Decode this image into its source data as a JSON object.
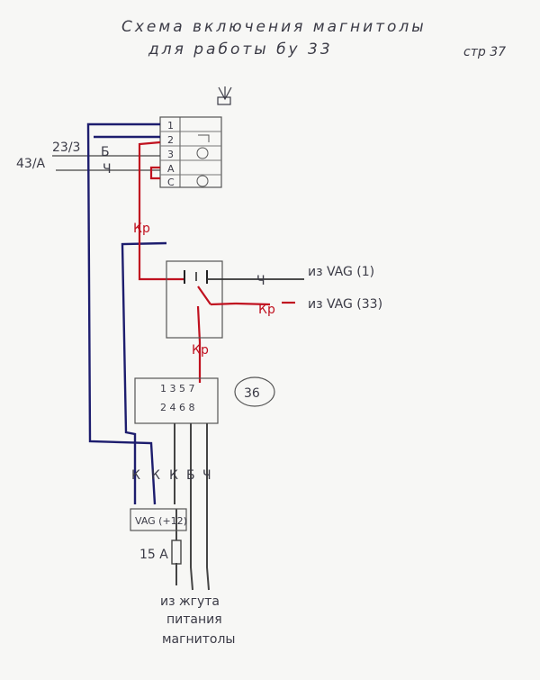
{
  "title": {
    "line1": "Схема включения магнитолы",
    "line2": "для работы бу 33",
    "page": "стр 37"
  },
  "top_connector": {
    "pins": [
      "1",
      "2",
      "3",
      "A",
      "C"
    ],
    "left_labels": {
      "wire_b": "23/3",
      "wire_b_tag": "Б",
      "wire_ch": "43/A",
      "wire_ch_tag": "Ч"
    }
  },
  "relay": {
    "wire_labels": [
      "Кр",
      "Кр",
      "Кр"
    ],
    "right_inputs": [
      {
        "tag": "Ч",
        "text": "из VAG (1)"
      },
      {
        "tag": "Кр",
        "text": "из VAG (33)"
      }
    ]
  },
  "block36": {
    "label": "36",
    "top_pins": "1 3 5 7",
    "bottom_pins": "2 4 6 8"
  },
  "bottom": {
    "wire_tags": [
      "К",
      "К",
      "К",
      "Б",
      "Ч"
    ],
    "vag_label": "VAG (+12)",
    "fuse_label": "15 А",
    "source_line1": "из жгута",
    "source_line2": "питания",
    "source_line3": "магнитолы"
  },
  "colors": {
    "blue_wire": "#1d1d6e",
    "red_wire": "#c0111f",
    "pencil": "#3b3b46"
  }
}
